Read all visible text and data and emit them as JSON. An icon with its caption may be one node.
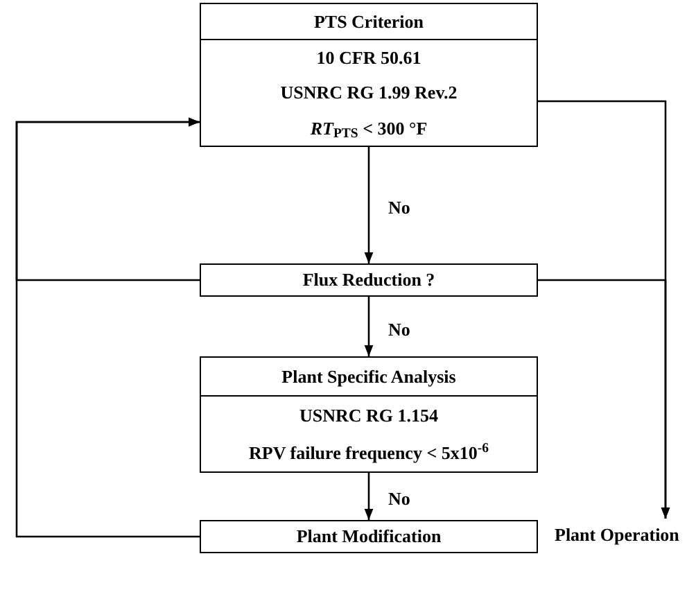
{
  "diagram": {
    "nodes": [
      {
        "text": [
          "PTS Criterion",
          "10 CFR 50.61",
          "USNRC RG 1.99 Rev.2",
          "*RT*$_{PTS}$ < 300 °F"
        ]
      },
      {
        "text": [
          "Flux Reduction ?"
        ]
      },
      {
        "text": [
          "Plant Specific Analysis",
          "USNRC RG 1.154",
          "RPV failure frequency < 5x10$^{-6}$"
        ]
      },
      {
        "text": [
          "Plant Modification"
        ]
      },
      {
        "text": [
          "Plant Operation"
        ]
      }
    ],
    "edges": [
      {
        "from": 0,
        "to": 1,
        "arrow": "to",
        "label": "No"
      },
      {
        "from": 1,
        "to": 2,
        "arrow": "to",
        "label": "No"
      },
      {
        "from": 2,
        "to": 3,
        "arrow": "to",
        "label": "No"
      },
      {
        "from": 0,
        "to": 4,
        "arrow": "to"
      },
      {
        "from": 1,
        "to": 4,
        "arrow": "to"
      },
      {
        "from": 1,
        "to": 0,
        "arrow": "to"
      },
      {
        "from": 3,
        "to": 0,
        "arrow": "to"
      }
    ]
  }
}
